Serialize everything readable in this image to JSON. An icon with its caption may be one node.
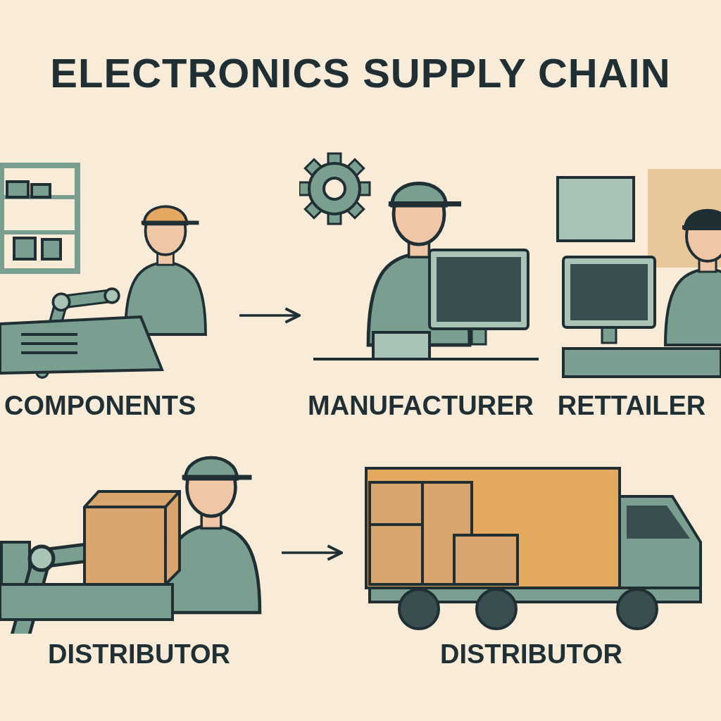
{
  "diagram": {
    "title": "ELECTRONICS SUPPLY CHAIN",
    "nodes": [
      {
        "text": [
          "COMPONENTS"
        ]
      },
      {
        "text": [
          "MANUFACTURER"
        ]
      },
      {
        "text": [
          "RETTAILER"
        ]
      },
      {
        "text": [
          "DISTRIBUTOR"
        ]
      },
      {
        "text": [
          "DISTRIBUTOR"
        ]
      }
    ],
    "edges": [
      {
        "from": 0,
        "to": 1,
        "arrow": "to"
      },
      {
        "from": 3,
        "to": 4,
        "arrow": "to"
      }
    ]
  }
}
